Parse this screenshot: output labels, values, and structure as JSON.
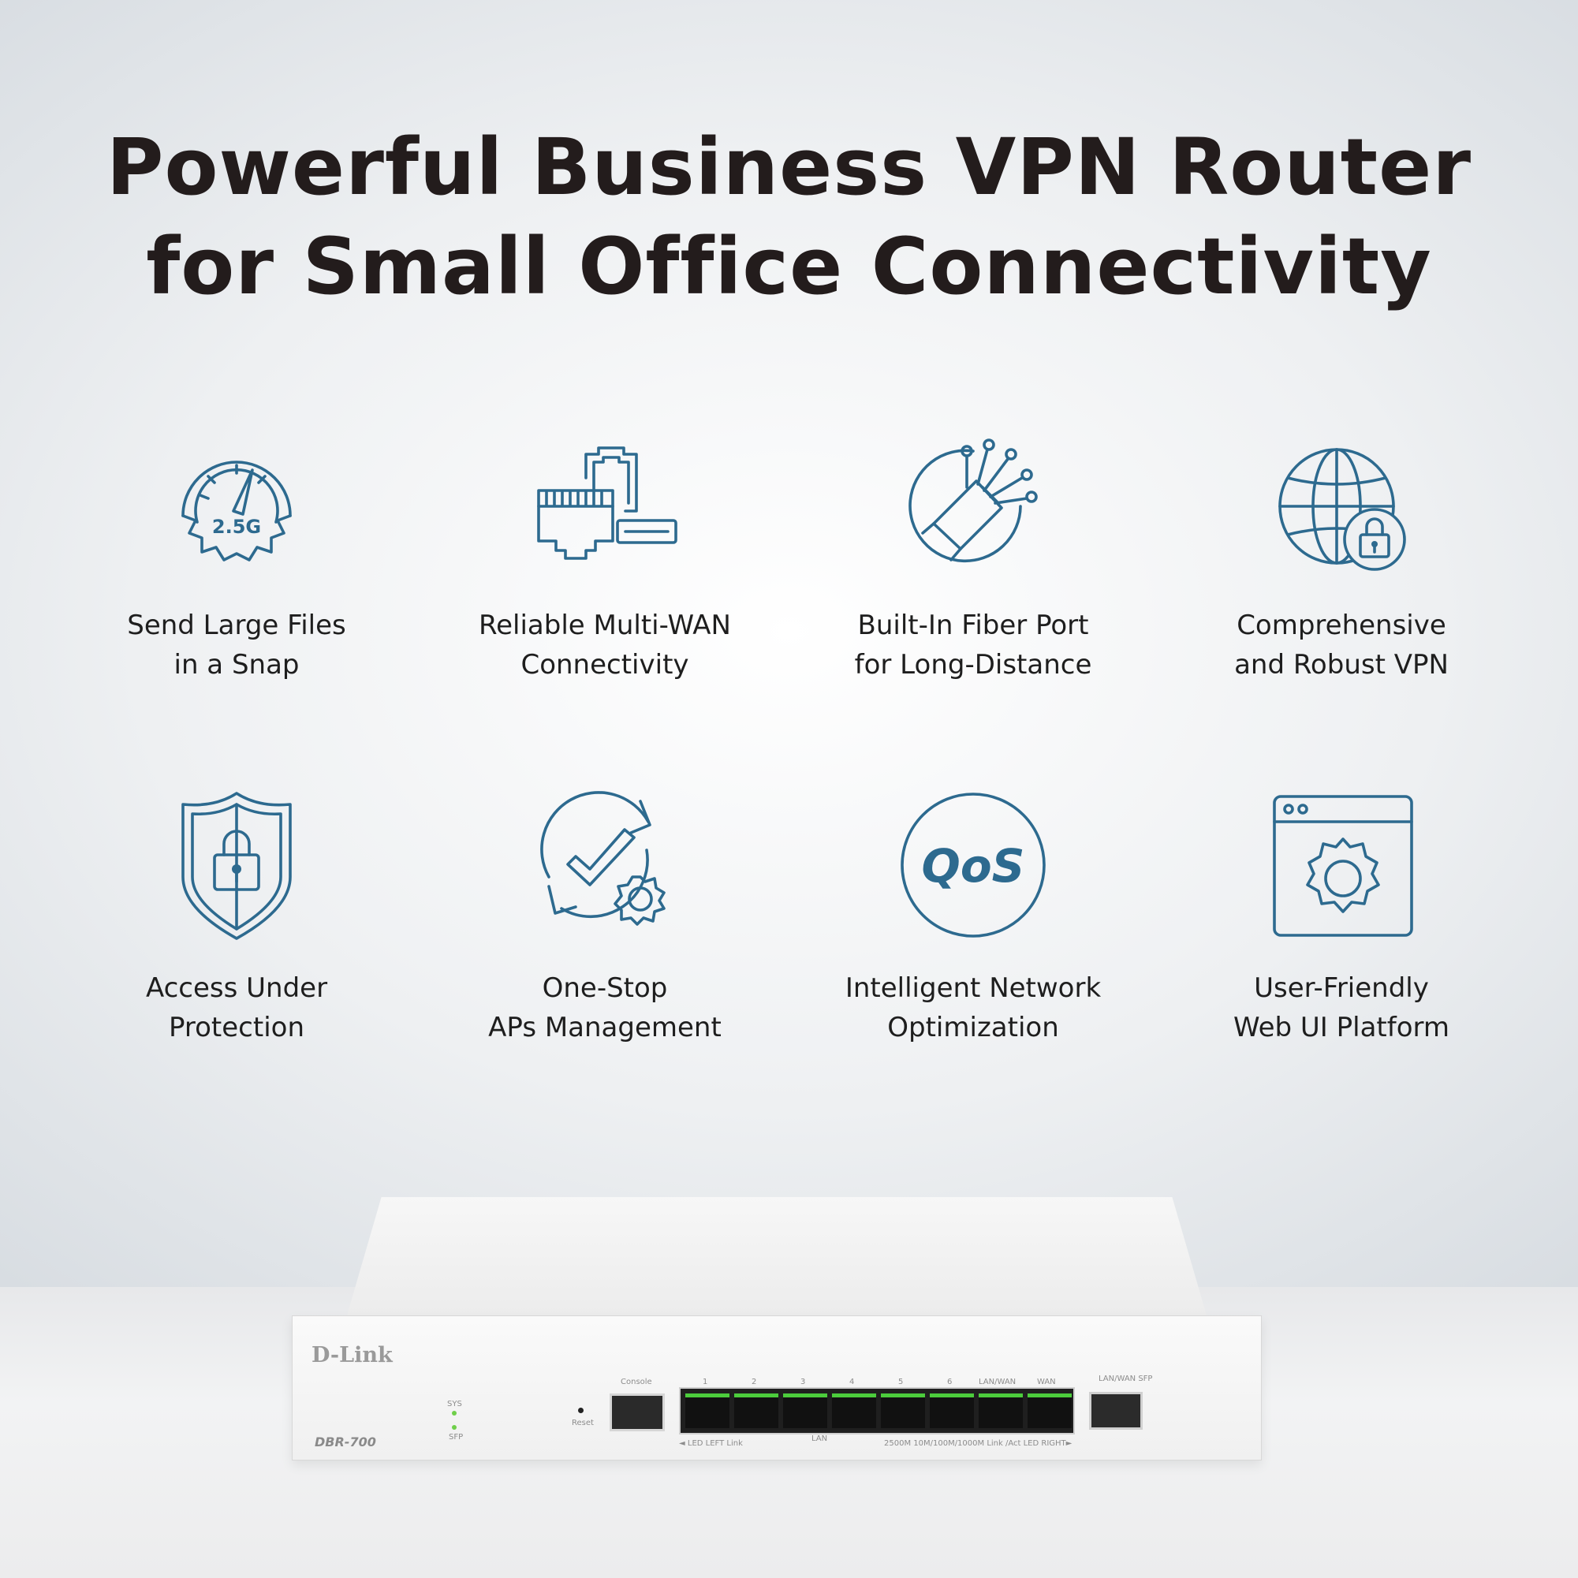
{
  "headline": {
    "line1": "Powerful Business VPN Router",
    "line2": "for Small Office Connectivity"
  },
  "features": [
    {
      "icon": "speedometer-gear-icon",
      "icon_text": "2.5G",
      "line1": "Send Large Files",
      "line2": "in a Snap"
    },
    {
      "icon": "ethernet-ports-icon",
      "line1": "Reliable Multi-WAN",
      "line2": "Connectivity"
    },
    {
      "icon": "fiber-optic-icon",
      "line1": "Built-In Fiber Port",
      "line2": "for Long-Distance"
    },
    {
      "icon": "globe-lock-icon",
      "line1": "Comprehensive",
      "line2": "and Robust VPN"
    },
    {
      "icon": "shield-lock-icon",
      "line1": "Access Under",
      "line2": "Protection"
    },
    {
      "icon": "checkmark-gear-cycle-icon",
      "line1": "One-Stop",
      "line2": "APs Management"
    },
    {
      "icon": "qos-circle-icon",
      "icon_text": "QoS",
      "line1": "Intelligent Network",
      "line2": "Optimization"
    },
    {
      "icon": "browser-gear-icon",
      "line1": "User-Friendly",
      "line2": "Web UI Platform"
    }
  ],
  "router": {
    "brand": "D-Link",
    "model": "DBR-700",
    "labels": {
      "sys": "SYS",
      "sfp_led": "SFP",
      "reset": "Reset",
      "console": "Console",
      "port_numbers": [
        "1",
        "2",
        "3",
        "4",
        "5",
        "6",
        "LAN/WAN",
        "WAN"
      ],
      "lan": "LAN",
      "sfp_port": "LAN/WAN SFP",
      "legend_left": "◄ LED LEFT   Link",
      "legend_right": "2500M   10M/100M/1000M   Link   /Act   LED RIGHT►"
    }
  },
  "colors": {
    "icon": "#2d6a8f",
    "headline": "#231c1c",
    "led": "#6fcf4a"
  }
}
